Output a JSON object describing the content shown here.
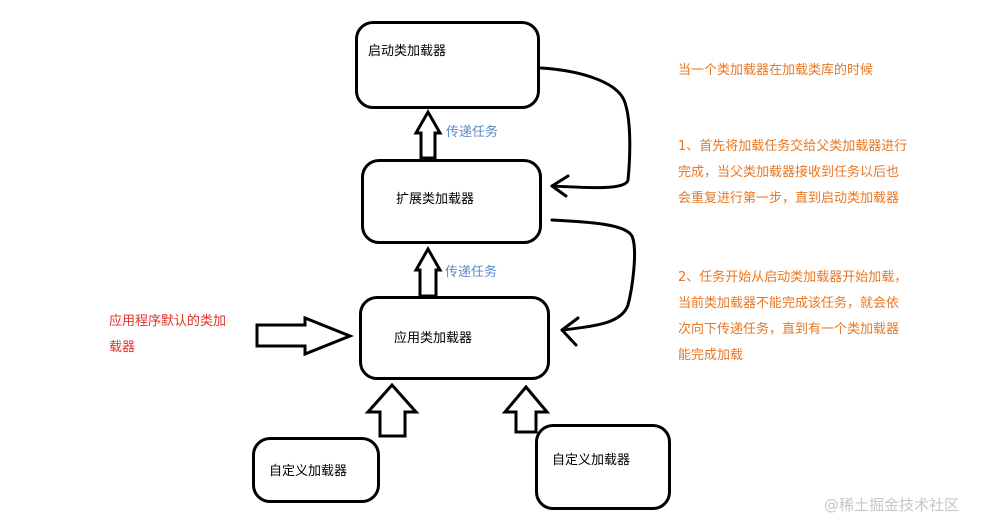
{
  "boxes": {
    "bootstrap": "启动类加载器",
    "extension": "扩展类加载器",
    "application": "应用类加载器",
    "custom_left": "自定义加载器",
    "custom_right": "自定义加载器"
  },
  "pass_labels": {
    "upper": "传递任务",
    "lower": "传递任务"
  },
  "left_note": {
    "line1": "应用程序默认的类加",
    "line2": "载器"
  },
  "notes": {
    "intro": "当一个类加载器在加载类库的时候",
    "step1_line1": "1、首先将加载任务交给父类加载器进行",
    "step1_line2": "完成，当父类加载器接收到任务以后也",
    "step1_line3": "会重复进行第一步，直到启动类加载器",
    "step2_line1": "2、任务开始从启动类加载器开始加载，",
    "step2_line2": "当前类加载器不能完成该任务，就会依",
    "step2_line3": "次向下传递任务，直到有一个类加载器",
    "step2_line4": "能完成加载"
  },
  "watermark": "@稀土掘金技术社区",
  "colors": {
    "orange_text": "#e87722",
    "red_text": "#e0302a",
    "blue_text": "#5b8ac7",
    "stroke": "#000000",
    "watermark": "#c6c6c6"
  }
}
